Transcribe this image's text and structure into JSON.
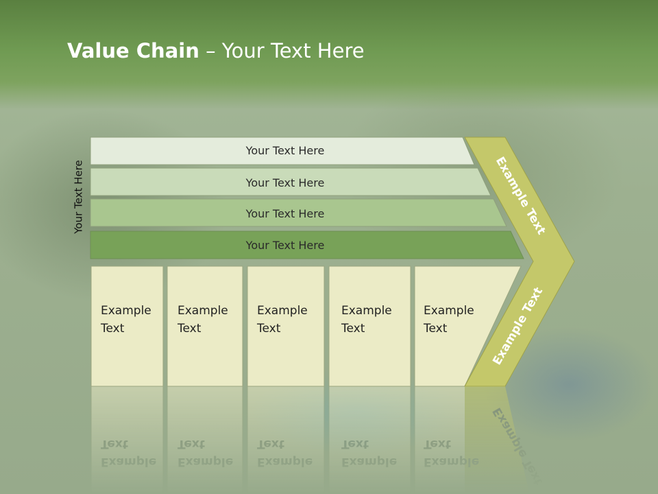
{
  "slide": {
    "title_bold": "Value Chain",
    "title_rest": " – Your Text Here",
    "side_label": "Your Text Here"
  },
  "bars": [
    {
      "label": "Your Text Here",
      "fill": "#e4ecdc"
    },
    {
      "label": "Your Text Here",
      "fill": "#c9dbb9"
    },
    {
      "label": "Your Text Here",
      "fill": "#a9c68f"
    },
    {
      "label": "Your Text Here",
      "fill": "#78a258"
    }
  ],
  "boxes": [
    {
      "line1": "Example",
      "line2": "Text"
    },
    {
      "line1": "Example",
      "line2": "Text"
    },
    {
      "line1": "Example",
      "line2": "Text"
    },
    {
      "line1": "Example",
      "line2": "Text"
    },
    {
      "line1": "Example",
      "line2": "Text"
    }
  ],
  "chevron": {
    "top_label": "Example Text",
    "bottom_label": "Example Text",
    "fill": "#c4c86a"
  },
  "colors": {
    "box_fill": "#ebebc6",
    "box_stroke": "#9aa57f",
    "header_green": "#6f9a52"
  }
}
